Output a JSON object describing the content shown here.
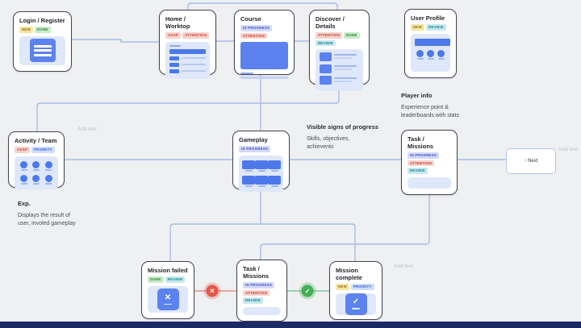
{
  "cards": {
    "login": {
      "title": "Login / Register",
      "badges": [
        {
          "label": "NEW",
          "type": "new"
        },
        {
          "label": "DONE",
          "type": "done"
        }
      ]
    },
    "home": {
      "title": "Home / Worktop",
      "badges": [
        {
          "label": "ASAP",
          "type": "asap"
        },
        {
          "label": "ATTENTION",
          "type": "attention"
        }
      ]
    },
    "course": {
      "title": "Course",
      "badges": [
        {
          "label": "IN PROGRESS",
          "type": "inprogress"
        },
        {
          "label": "ATTENTION",
          "type": "attention"
        }
      ]
    },
    "discover": {
      "title": "Discover / Details",
      "badges": [
        {
          "label": "ATTENTION",
          "type": "attention"
        },
        {
          "label": "DONE",
          "type": "done"
        },
        {
          "label": "REVIEW",
          "type": "review"
        }
      ]
    },
    "profile": {
      "title": "User Profile",
      "badges": [
        {
          "label": "NEW",
          "type": "new"
        },
        {
          "label": "REVIEW",
          "type": "review"
        }
      ]
    },
    "activity": {
      "title": "Activity / Team",
      "badges": [
        {
          "label": "ASAP",
          "type": "asap"
        },
        {
          "label": "PRIORITY",
          "type": "priority"
        }
      ]
    },
    "gameplay": {
      "title": "Gameplay",
      "badges": [
        {
          "label": "IN PROGRESS",
          "type": "inprogress"
        }
      ]
    },
    "task_mid": {
      "title": "Task / Missions",
      "badges": [
        {
          "label": "IN PROGRESS",
          "type": "inprogress"
        },
        {
          "label": "ATTENTION",
          "type": "attention"
        },
        {
          "label": "REVIEW",
          "type": "review"
        }
      ]
    },
    "mission_failed": {
      "title": "Mission failed",
      "badges": [
        {
          "label": "DONE",
          "type": "done"
        },
        {
          "label": "REVIEW",
          "type": "review"
        }
      ]
    },
    "task_bottom": {
      "title": "Task / Missions",
      "badges": [
        {
          "label": "IN PROGRESS",
          "type": "inprogress"
        },
        {
          "label": "ATTENTION",
          "type": "attention"
        },
        {
          "label": "REVIEW",
          "type": "review"
        }
      ]
    },
    "mission_complete": {
      "title": "Mission complete",
      "badges": [
        {
          "label": "NEW",
          "type": "new"
        },
        {
          "label": "PRIORITY",
          "type": "priority"
        }
      ]
    }
  },
  "notes": {
    "player_info": {
      "title": "Player info",
      "body": "Experience point &\nleaderboards with stats"
    },
    "progress": {
      "title": "Visible signs of progress",
      "body": "Skills, objectives,\nachievents"
    },
    "exp": {
      "title": "Exp.",
      "body": "Displays the result of\nuser, involed gameplay"
    }
  },
  "placeholders": {
    "add_text": "Add text"
  },
  "next_button": {
    "label": "↑ Next"
  },
  "icons": {
    "fail": "✕",
    "success": "✓"
  },
  "colors": {
    "canvas_bg": "#eef0f2",
    "card_border": "#44444d",
    "panel_blue": "#dfe8fa",
    "accent_blue": "#5b82ee",
    "connector": "#a9bce5",
    "fail_red": "#e4574a",
    "success_green": "#45ae57",
    "bottom_bar": "#1c2a64"
  }
}
